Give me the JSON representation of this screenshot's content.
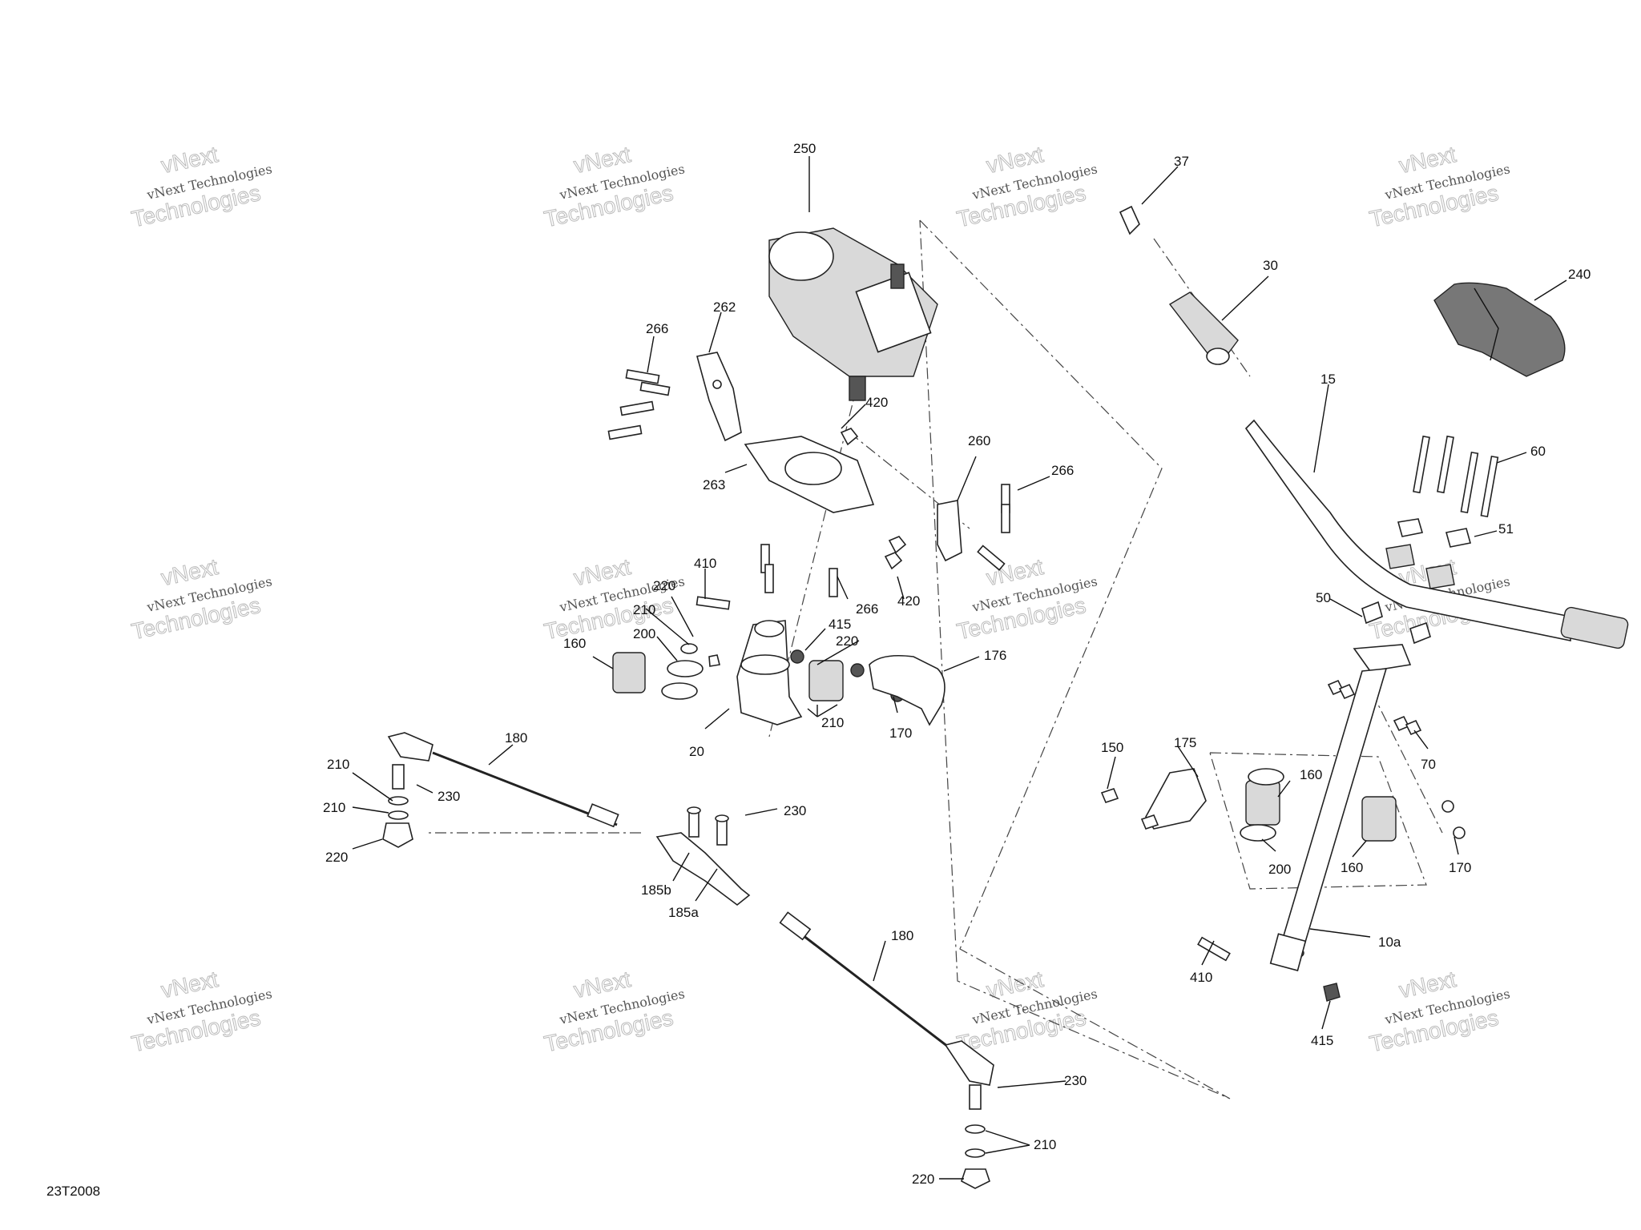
{
  "drawing_code": "23T2008",
  "watermark": {
    "line1": "vNext Technologies",
    "outline_top": "vNext",
    "outline_bottom": "Technologies"
  },
  "callouts": {
    "c250": "250",
    "c37": "37",
    "c30": "30",
    "c240": "240",
    "c262": "262",
    "c266a": "266",
    "c420a": "420",
    "c15": "15",
    "c260": "260",
    "c266b": "266",
    "c263": "263",
    "c60": "60",
    "c51": "51",
    "c410a": "410",
    "c266c": "266",
    "c420b": "420",
    "c220a": "220",
    "c210a": "210",
    "c200a": "200",
    "c415a": "415",
    "c220b": "220",
    "c176": "176",
    "c50": "50",
    "c160a": "160",
    "c170a": "170",
    "c210b": "210",
    "c20": "20",
    "c180a": "180",
    "c210c": "210",
    "c230a": "230",
    "c210d": "210",
    "c220c": "220",
    "c230b": "230",
    "c185b": "185b",
    "c185a": "185a",
    "c150": "150",
    "c175": "175",
    "c160b": "160",
    "c70": "70",
    "c200b": "200",
    "c160c": "160",
    "c170b": "170",
    "c10a": "10a",
    "c410b": "410",
    "c415b": "415",
    "c180b": "180",
    "c230c": "230",
    "c210e": "210",
    "c220d": "220"
  }
}
